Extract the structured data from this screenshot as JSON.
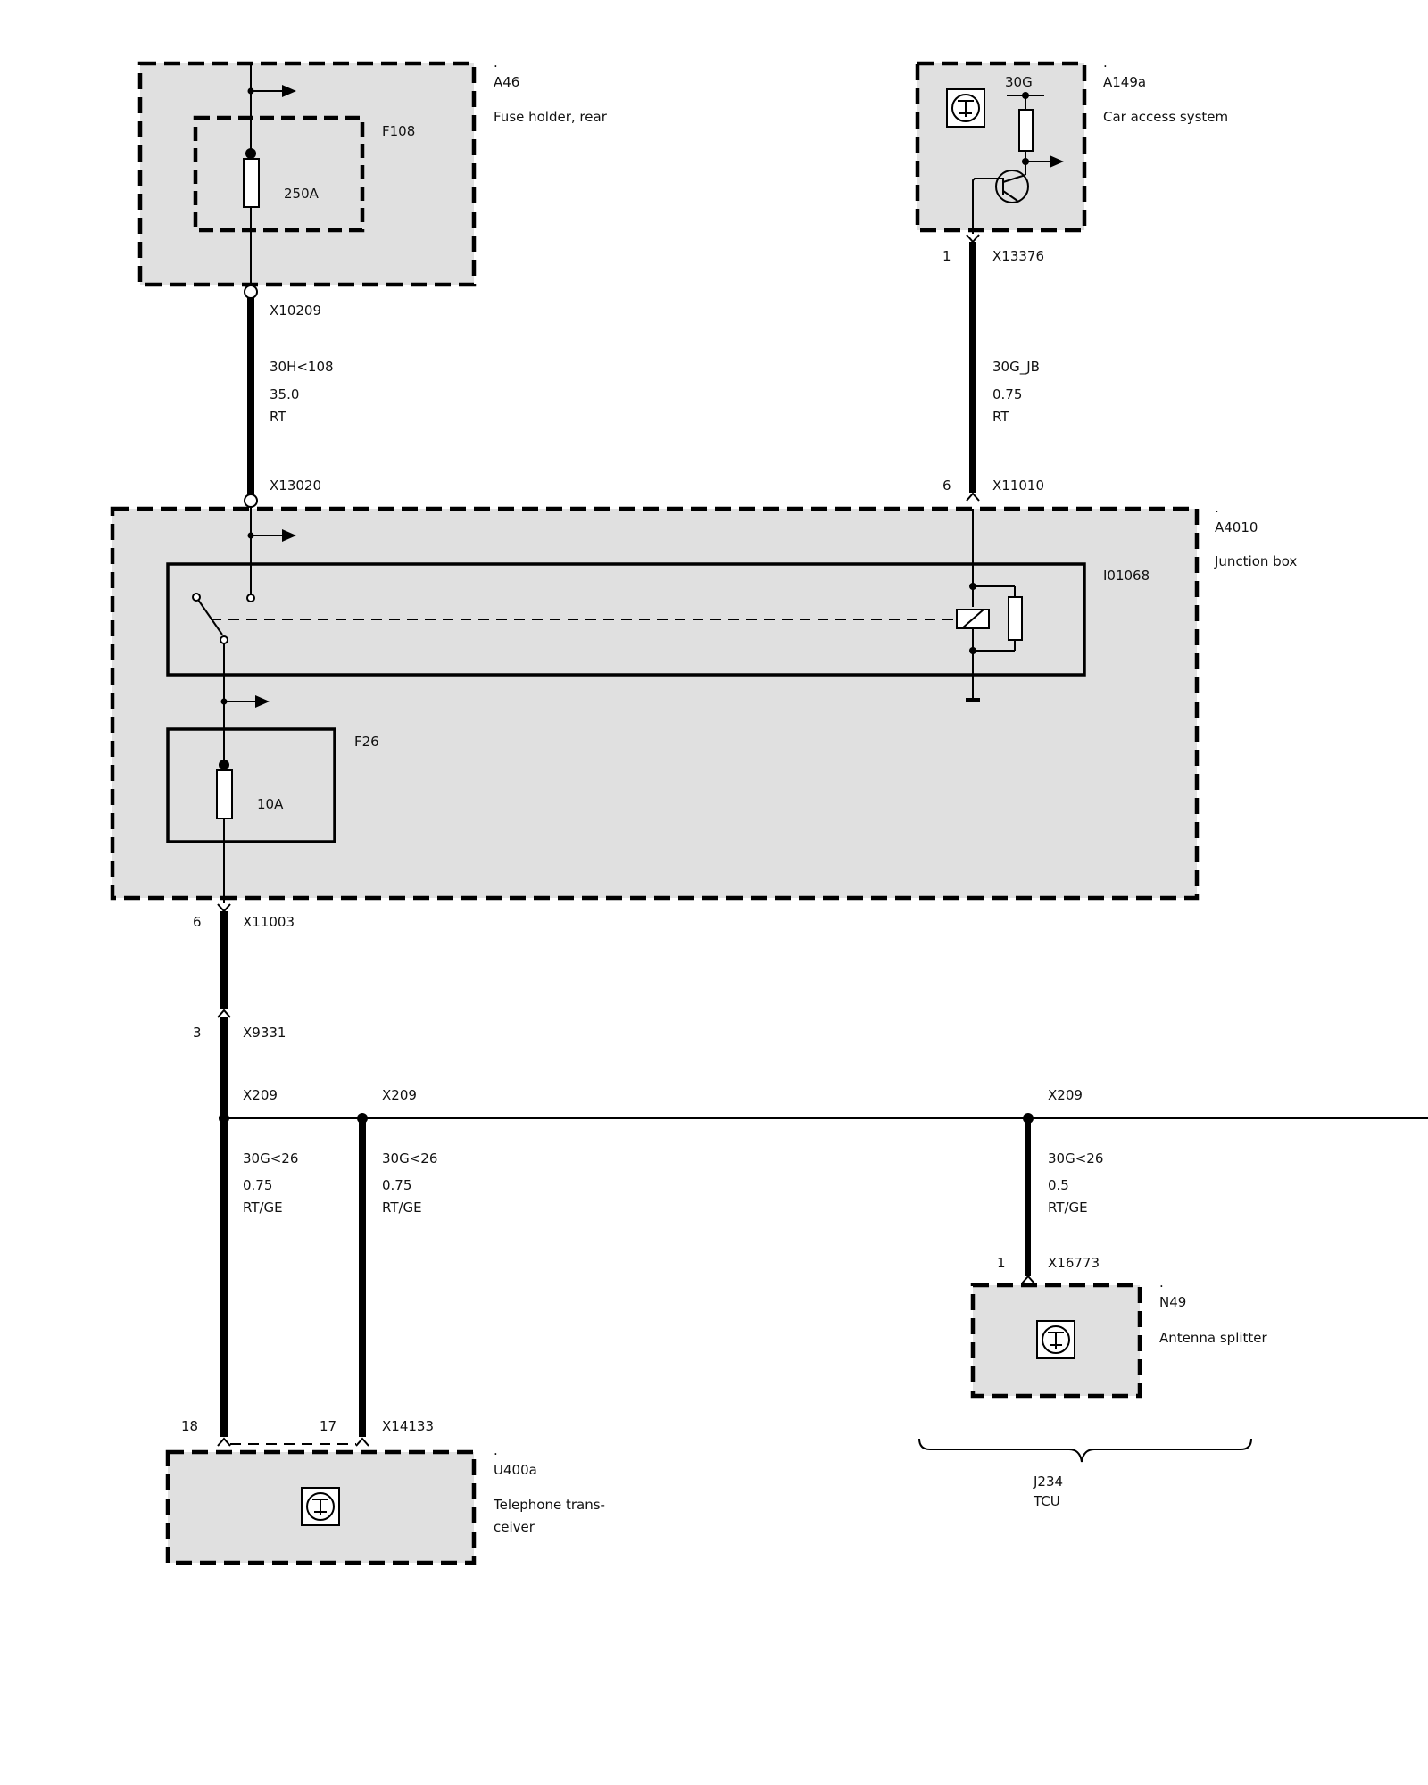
{
  "components": {
    "a46": {
      "dot": ".",
      "id": "A46",
      "name": "Fuse holder, rear"
    },
    "f108": {
      "id": "F108",
      "rating": "250A"
    },
    "a149a": {
      "dot": ".",
      "id": "A149a",
      "name": "Car access system",
      "terminal": "30G"
    },
    "a4010": {
      "dot": ".",
      "id": "A4010",
      "name": "Junction box"
    },
    "i01068": {
      "id": "I01068"
    },
    "f26": {
      "id": "F26",
      "rating": "10A"
    },
    "n49": {
      "dot": ".",
      "id": "N49",
      "name": "Antenna splitter"
    },
    "u400a": {
      "dot": ".",
      "id": "U400a",
      "name_line1": "Telephone trans-",
      "name_line2": "ceiver"
    },
    "j234": {
      "id": "J234",
      "name": "TCU"
    }
  },
  "connectors": {
    "x10209": "X10209",
    "x13020": "X13020",
    "x13376": {
      "id": "X13376",
      "pin": "1"
    },
    "x11010": {
      "id": "X11010",
      "pin": "6"
    },
    "x11003": {
      "id": "X11003",
      "pin": "6"
    },
    "x9331": {
      "id": "X9331",
      "pin": "3"
    },
    "x209_a": "X209",
    "x209_b": "X209",
    "x209_c": "X209",
    "x16773": {
      "id": "X16773",
      "pin": "1"
    },
    "x14133": {
      "id": "X14133",
      "pin_a": "18",
      "pin_b": "17"
    }
  },
  "wires": {
    "w1": {
      "signal": "30H<108",
      "gauge": "35.0",
      "color": "RT"
    },
    "w2": {
      "signal": "30G_JB",
      "gauge": "0.75",
      "color": "RT"
    },
    "w3": {
      "signal": "30G<26",
      "gauge": "0.75",
      "color": "RT/GE"
    },
    "w4": {
      "signal": "30G<26",
      "gauge": "0.75",
      "color": "RT/GE"
    },
    "w5": {
      "signal": "30G<26",
      "gauge": "0.5",
      "color": "RT/GE"
    }
  }
}
